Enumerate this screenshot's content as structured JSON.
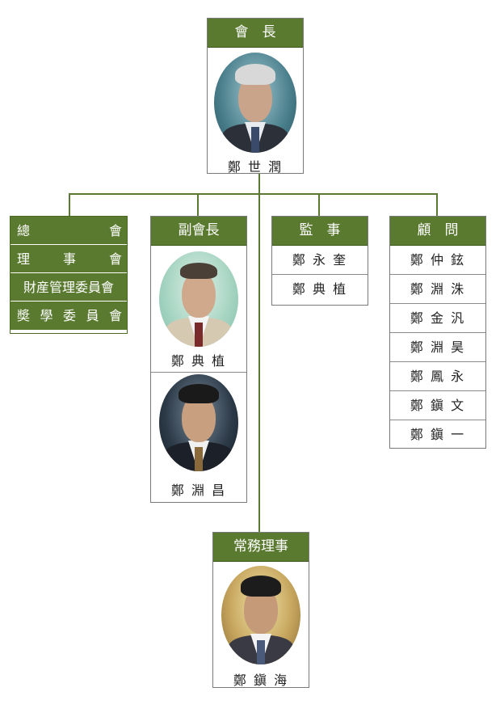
{
  "colors": {
    "header_green": "#5a7a30",
    "line_green": "#5b7a31",
    "border": "#7a7a7a"
  },
  "chairman": {
    "title": "會　長",
    "name": "鄭 世 潤"
  },
  "general": {
    "items": [
      [
        "總",
        "會"
      ],
      [
        "理",
        "事",
        "會"
      ],
      [
        "財産管理委員會"
      ],
      [
        "奬",
        "學",
        "委",
        "員",
        "會"
      ]
    ]
  },
  "vice": {
    "title": "副會長",
    "names": [
      "鄭 典 植",
      "鄭 淵 昌"
    ]
  },
  "auditor": {
    "title": "監　事",
    "names": [
      "鄭 永 奎",
      "鄭 典 植"
    ]
  },
  "advisor": {
    "title": "顧　問",
    "names": [
      "鄭 仲 鉉",
      "鄭 淵 洙",
      "鄭 金 汎",
      "鄭 淵 昊",
      "鄭 鳳 永",
      "鄭 鎭 文",
      "鄭 鎭 一"
    ]
  },
  "executive": {
    "title": "常務理事",
    "name": "鄭 鎭 海"
  }
}
